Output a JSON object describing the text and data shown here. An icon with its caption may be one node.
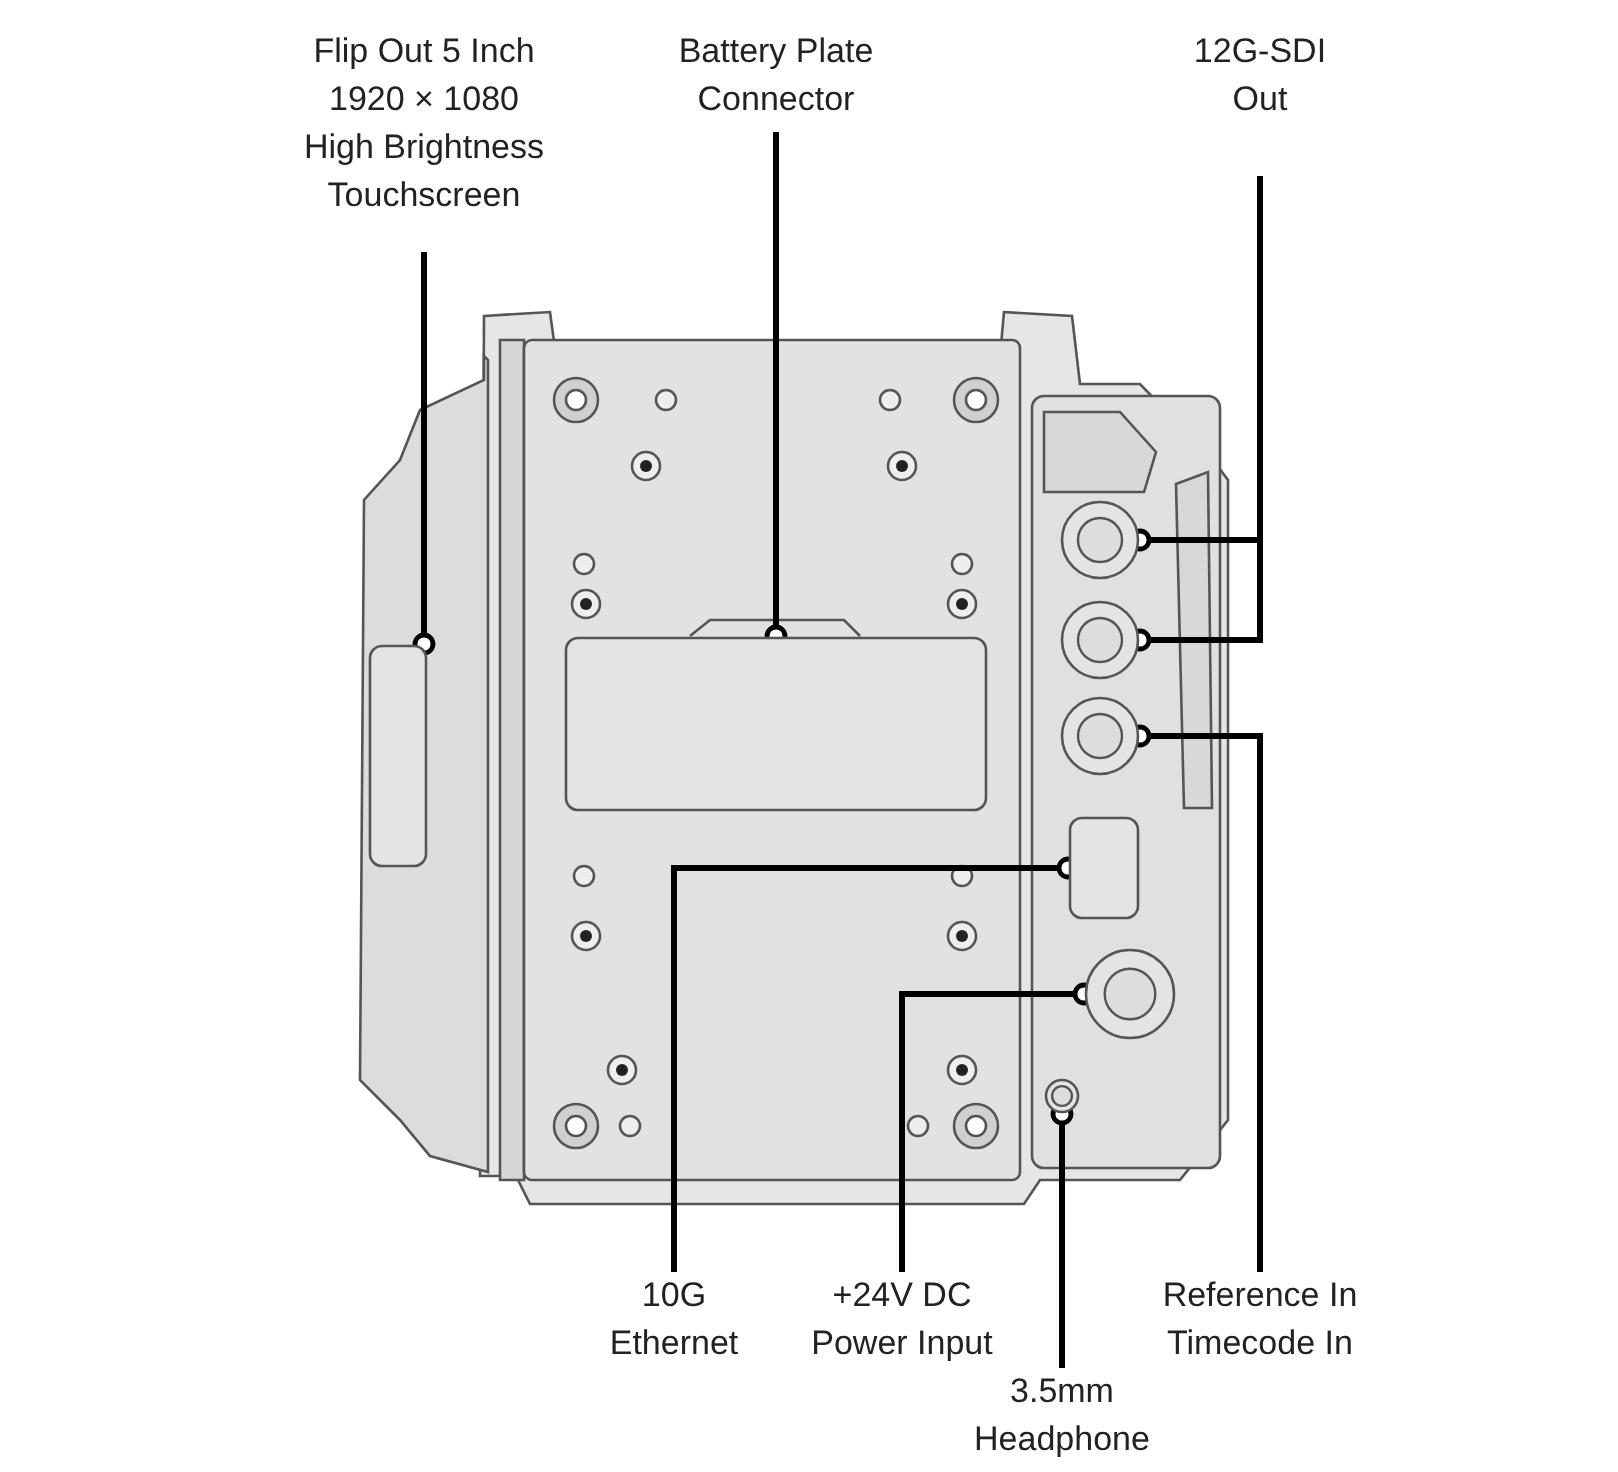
{
  "diagram": {
    "nodes": [
      {
        "text": [
          "Flip Out 5 Inch 1920 × 1080 High Brightness Touchscreen"
        ]
      },
      {
        "text": [
          "Battery Plate Connector"
        ]
      },
      {
        "text": [
          "12G-SDI Out"
        ]
      },
      {
        "text": [
          "10G Ethernet"
        ]
      },
      {
        "text": [
          "+24V DC Power Input"
        ]
      },
      {
        "text": [
          "3.5mm Headphone"
        ]
      },
      {
        "text": [
          "Reference In Timecode In"
        ]
      },
      {
        "text": [],
        "shape": "box"
      },
      {
        "text": [],
        "shape": "box"
      },
      {
        "text": [],
        "shape": "circle"
      },
      {
        "text": [],
        "shape": "circle"
      },
      {
        "text": [],
        "shape": "circle"
      },
      {
        "text": [],
        "shape": "box"
      },
      {
        "text": [],
        "shape": "circle"
      },
      {
        "text": [],
        "shape": "circle"
      }
    ],
    "edges": [
      {
        "from": 0,
        "to": 7,
        "arrow": "other"
      },
      {
        "from": 1,
        "to": 8,
        "arrow": "other"
      },
      {
        "from": 2,
        "to": 9,
        "arrow": "other"
      },
      {
        "from": 2,
        "to": 10,
        "arrow": "other"
      },
      {
        "from": 3,
        "to": 12,
        "arrow": "other"
      },
      {
        "from": 4,
        "to": 13,
        "arrow": "other"
      },
      {
        "from": 5,
        "to": 14,
        "arrow": "other"
      },
      {
        "from": 6,
        "to": 11,
        "arrow": "other"
      }
    ]
  }
}
